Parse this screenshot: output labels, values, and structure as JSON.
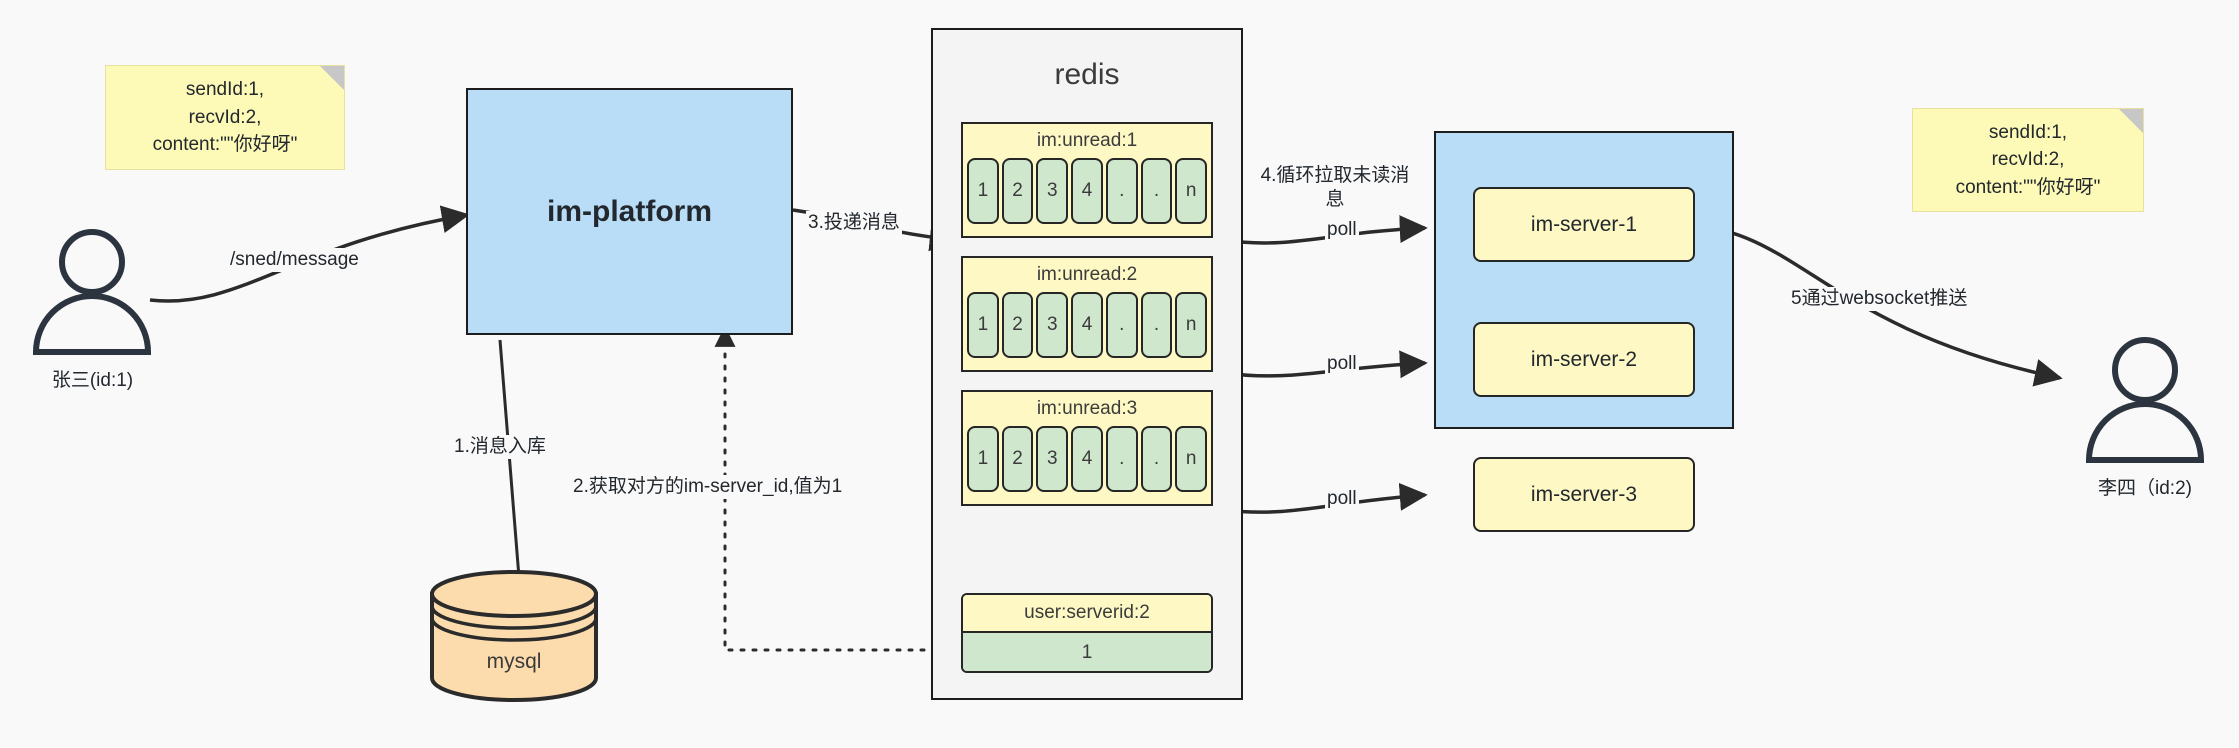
{
  "diagram": {
    "title": "IM message delivery architecture",
    "background": "#f9f9f9",
    "colors": {
      "blue_fill": "#b9dcf7",
      "yellow_fill": "#fdf8c4",
      "note_fill": "#fdf9b6",
      "green_fill": "#cfe7cd",
      "orange_fill": "#fcdcad",
      "stroke": "#262626",
      "panel_fill": "#f4f4f4"
    }
  },
  "actors": {
    "sender": {
      "label": "张三(id:1)",
      "icon": "user-icon"
    },
    "receiver": {
      "label": "李四（id:2)",
      "icon": "user-icon"
    }
  },
  "notes": {
    "left": {
      "text": "sendId:1,\nrecvId:2,\ncontent:\"\"你好呀\""
    },
    "right": {
      "text": "sendId:1,\nrecvId:2,\ncontent:\"\"你好呀\""
    }
  },
  "platform": {
    "label": "im-platform"
  },
  "database": {
    "label": "mysql"
  },
  "redis": {
    "title": "redis",
    "queues": [
      {
        "key": "im:unread:1",
        "cells": [
          "1",
          "2",
          "3",
          "4",
          ".",
          ".",
          "n"
        ]
      },
      {
        "key": "im:unread:2",
        "cells": [
          "1",
          "2",
          "3",
          "4",
          ".",
          ".",
          "n"
        ]
      },
      {
        "key": "im:unread:3",
        "cells": [
          "1",
          "2",
          "3",
          "4",
          ".",
          ".",
          "n"
        ]
      }
    ],
    "kv": {
      "key": "user:serverid:2",
      "value": "1"
    }
  },
  "cluster": {
    "servers": [
      {
        "label": "im-server-1"
      },
      {
        "label": "im-server-2"
      },
      {
        "label": "im-server-3"
      }
    ]
  },
  "edges": {
    "send_message": "/sned/message",
    "step1": "1.消息入库",
    "step2": "2.获取对方的im-server_id,值为1",
    "step3": "3.投递消息",
    "step4": "4.循环拉取未读消息",
    "step5": "5通过websocket推送",
    "poll1": "poll",
    "poll2": "poll",
    "poll3": "poll"
  }
}
